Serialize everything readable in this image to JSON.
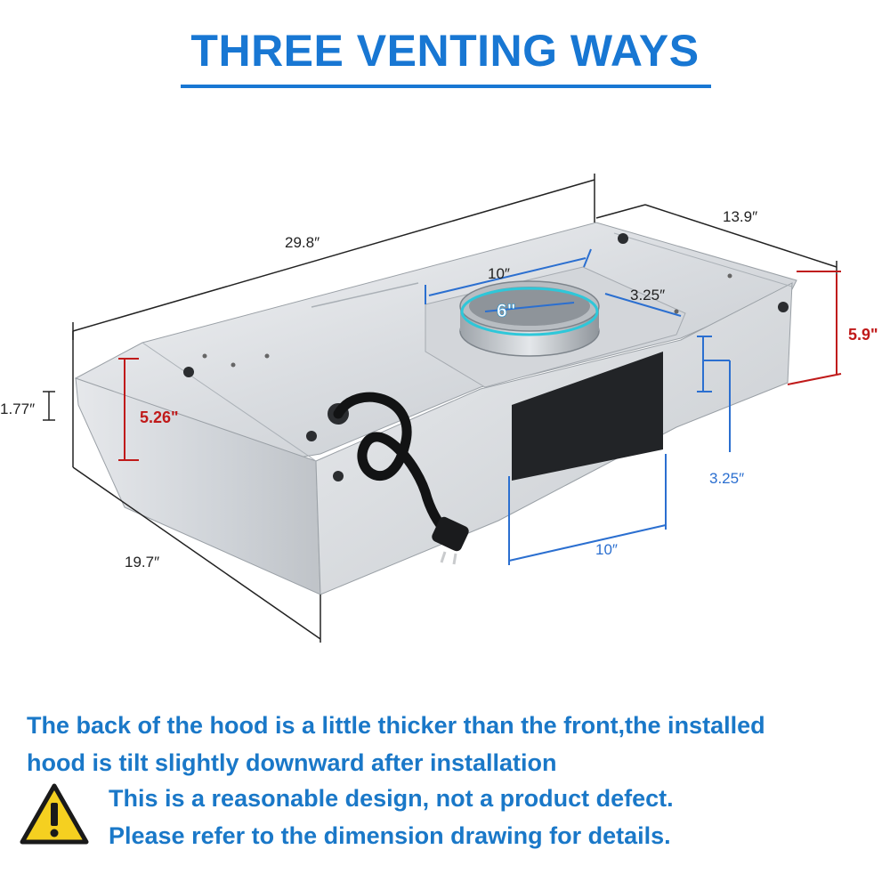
{
  "title": "THREE VENTING WAYS",
  "dimensions": {
    "length": "29.8″",
    "depth": "13.9″",
    "back_height": "5.9\"",
    "front_height": "5.26\"",
    "front_edge": "1.77″",
    "width": "19.7″",
    "top_duct_length": "10″",
    "top_duct_width": "3.25″",
    "round_duct": "6\"",
    "rear_duct_height": "3.25″",
    "rear_duct_length": "10″"
  },
  "notes": {
    "line1": "The back of the hood is a little thicker than the front,the installed",
    "line2": "hood is tilt slightly downward after installation",
    "line3": "This is a reasonable design, not a product defect.",
    "line4": "Please refer to the dimension drawing for details."
  },
  "colors": {
    "title": "#1877d3",
    "note_text": "#1a78c8",
    "dim_blue": "#2b6fd0",
    "dim_red": "#c01a1a",
    "warning_yellow": "#f5d020"
  },
  "icons": {
    "warning": "warning-triangle-icon"
  }
}
